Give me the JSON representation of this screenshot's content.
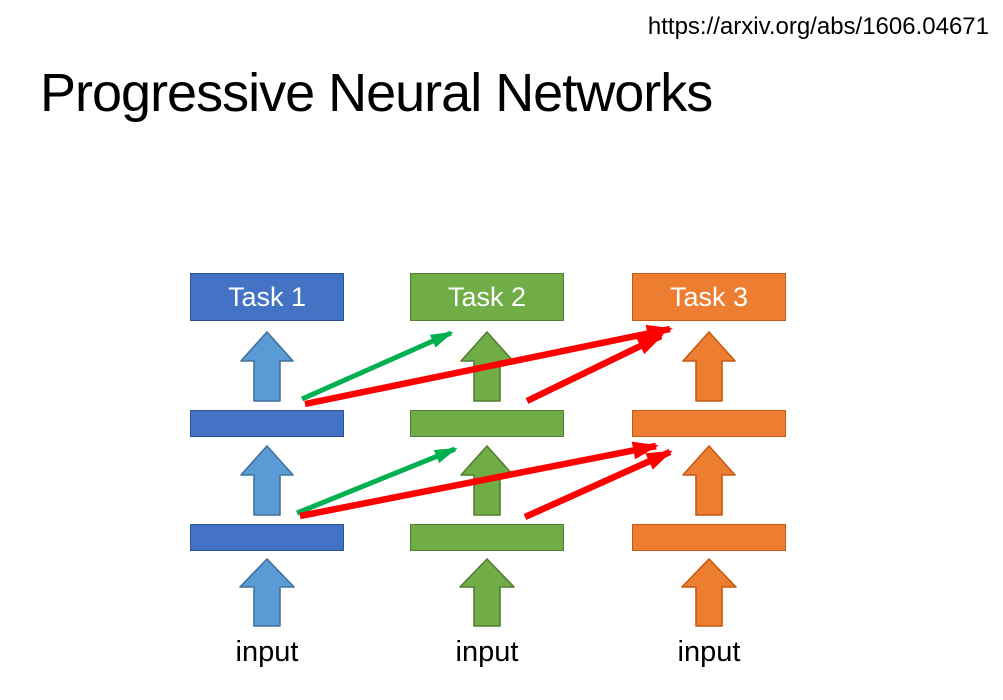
{
  "header": {
    "url": "https://arxiv.org/abs/1606.04671"
  },
  "title": "Progressive Neural Networks",
  "columns": [
    {
      "task_label": "Task 1",
      "input_label": "input",
      "color_name": "blue"
    },
    {
      "task_label": "Task 2",
      "input_label": "input",
      "color_name": "green"
    },
    {
      "task_label": "Task 3",
      "input_label": "input",
      "color_name": "orange"
    }
  ],
  "diagram": {
    "layers_per_column": 2,
    "lateral_connections": [
      {
        "from": "task1-layer2",
        "to": "task2-output",
        "color": "green"
      },
      {
        "from": "task1-layer2",
        "to": "task3-output",
        "color": "red"
      },
      {
        "from": "task2-layer2",
        "to": "task3-output",
        "color": "red"
      },
      {
        "from": "task1-layer1",
        "to": "task2-layer2",
        "color": "green"
      },
      {
        "from": "task1-layer1",
        "to": "task3-layer2",
        "color": "red"
      },
      {
        "from": "task2-layer1",
        "to": "task3-layer2",
        "color": "red"
      }
    ]
  },
  "theme": {
    "background": "#FFFFFF",
    "task_text": "#FFFFFF",
    "blue_fill": "#4472C4",
    "blue_border": "#2F528F",
    "blue_arrow_fill": "#5B9BD5",
    "blue_arrow_border": "#41719C",
    "green_fill": "#70AD47",
    "green_border": "#507E32",
    "orange_fill": "#ED7D31",
    "orange_border": "#C55A11",
    "lateral_green": "#00B050",
    "lateral_red": "#FF0000"
  }
}
